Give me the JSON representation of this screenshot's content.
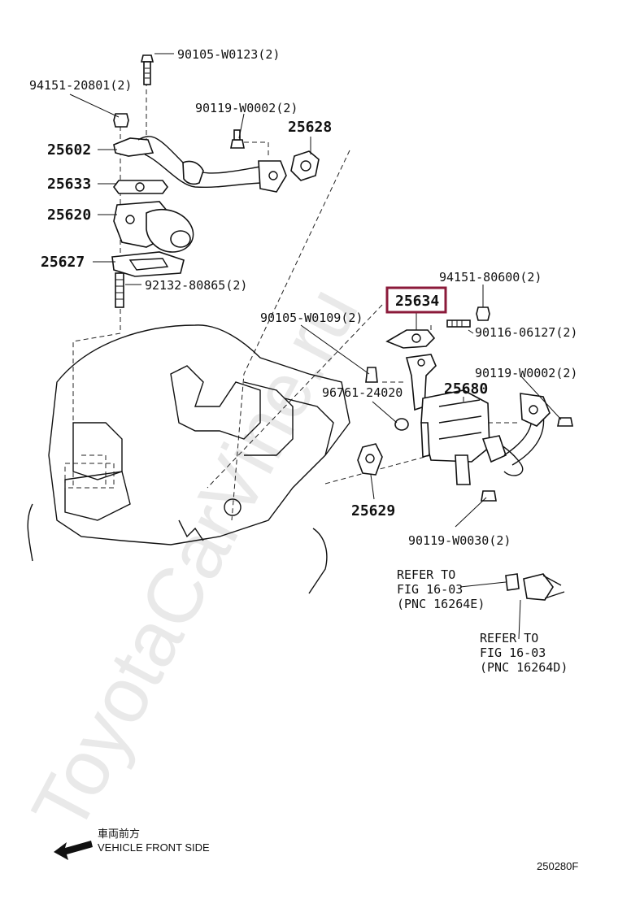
{
  "watermark": "ToyotaCarVine.ru",
  "parts": {
    "p_90105_W0123": "90105-W0123(2)",
    "p_94151_20801": "94151-20801(2)",
    "p_90119_W0002_a": "90119-W0002(2)",
    "p_25628": "25628",
    "p_25602": "25602",
    "p_25633": "25633",
    "p_25620": "25620",
    "p_25627": "25627",
    "p_92132_80865": "92132-80865(2)",
    "p_94151_80600": "94151-80600(2)",
    "p_25634": "25634",
    "p_90105_W0109": "90105-W0109(2)",
    "p_90116_06127": "90116-06127(2)",
    "p_90119_W0002_b": "90119-W0002(2)",
    "p_25680": "25680",
    "p_96761_24020": "96761-24020",
    "p_25629": "25629",
    "p_90119_W0030": "90119-W0030(2)"
  },
  "refs": {
    "ref1_line1": "REFER TO",
    "ref1_line2": "FIG 16-03",
    "ref1_line3": "(PNC 16264E)",
    "ref2_line1": "REFER TO",
    "ref2_line2": "FIG 16-03",
    "ref2_line3": "(PNC 16264D)"
  },
  "direction": {
    "japanese": "車両前方",
    "english": "VEHICLE FRONT SIDE"
  },
  "figure_code": "250280F",
  "colors": {
    "highlight_border": "#8b1a3a",
    "ink": "#111111",
    "watermark": "#e9e9e9"
  }
}
